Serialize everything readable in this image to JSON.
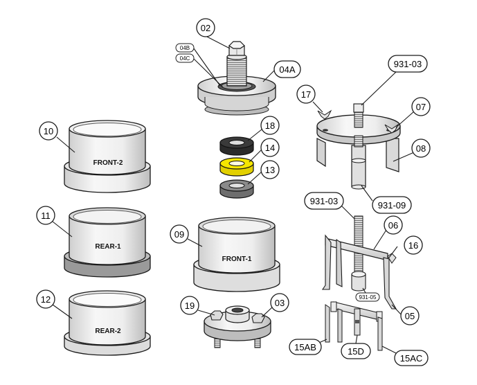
{
  "parts": {
    "p02": "02",
    "p04b": "04B",
    "p04c": "04C",
    "p04a": "04A",
    "p18": "18",
    "p14": "14",
    "p13": "13",
    "p10": "10",
    "p11": "11",
    "p12": "12",
    "p09": "09",
    "p19": "19",
    "p03": "03",
    "p17": "17",
    "p931_03_top": "931-03",
    "p07": "07",
    "p08": "08",
    "p931_09": "931-09",
    "p931_03_mid": "931-03",
    "p06": "06",
    "p16": "16",
    "p931_05": "931-05",
    "p05": "05",
    "p15ab": "15AB",
    "p15d": "15D",
    "p15ac": "15AC"
  },
  "ring_labels": {
    "front2": "FRONT-2",
    "rear1": "REAR-1",
    "rear2": "REAR-2",
    "front1": "FRONT-1"
  },
  "colors": {
    "outline": "#1a1a1a",
    "body_light": "#f1f1f1",
    "body_mid": "#d9d9d9",
    "body_dark": "#a9a9a9",
    "seal_black": "#2b2b2b",
    "seal_yellow": "#f5e600",
    "seal_grey": "#7a7a7a"
  }
}
